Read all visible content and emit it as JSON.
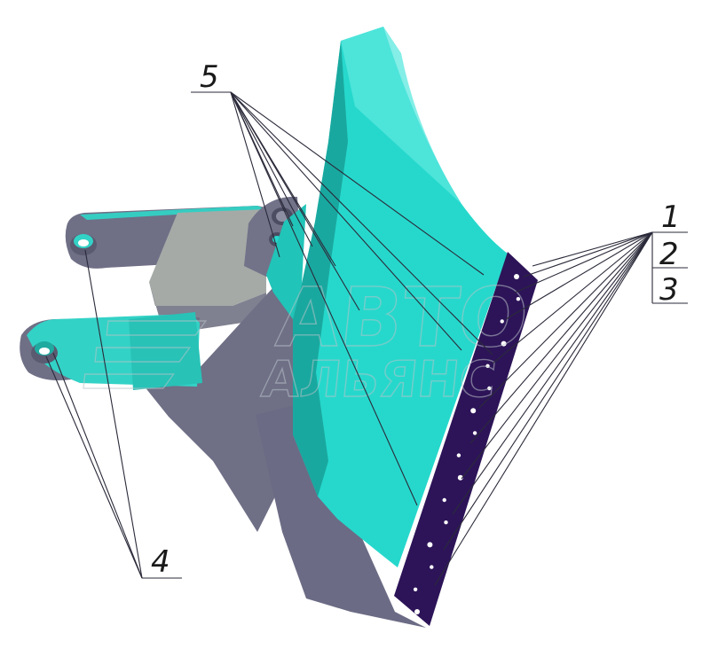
{
  "callouts": {
    "c1": "1",
    "c2": "2",
    "c3": "3",
    "c4": "4",
    "c5": "5"
  },
  "watermark": {
    "line1": "АВТО",
    "line2": "АЛЬЯНС"
  },
  "colors": {
    "blade_face": "#26d8cc",
    "blade_light": "#5be8df",
    "blade_dark": "#19a89f",
    "cutting_edge": "#2d1458",
    "frame_gray": "#6f6f86",
    "frame_light": "#a5aaa6",
    "leader_line": "#2a2a3a"
  }
}
